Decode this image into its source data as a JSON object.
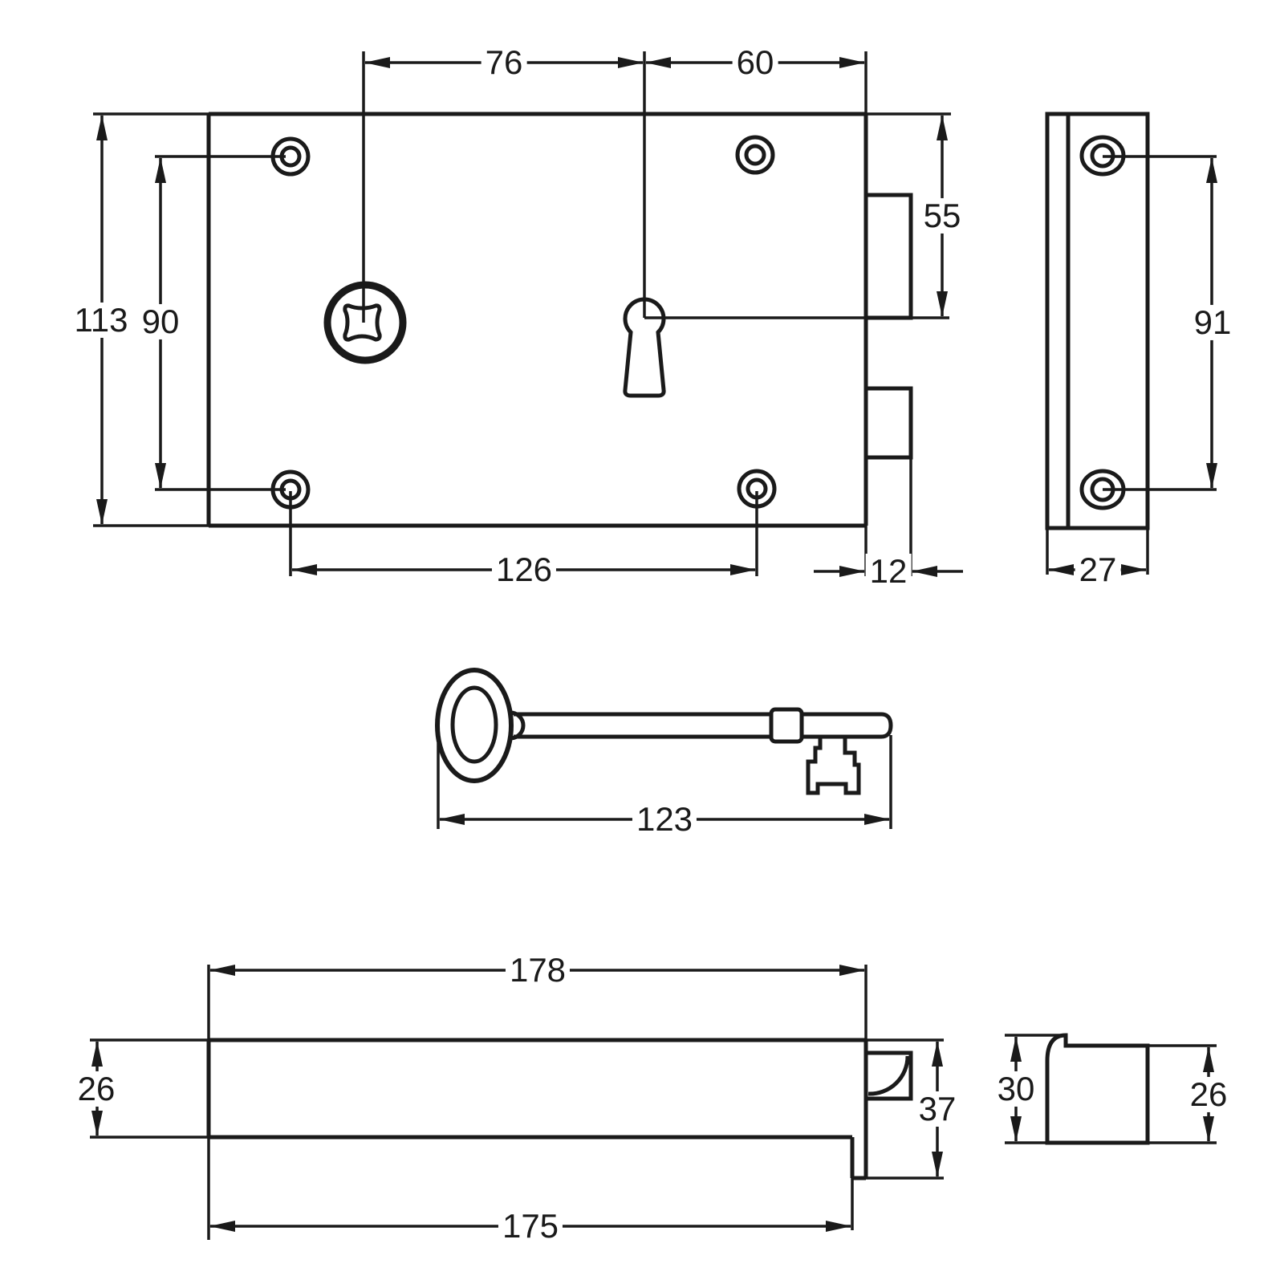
{
  "drawing": {
    "kind": "technical-dimension-drawing",
    "subject": "rim-lock-with-key-and-keeper",
    "views": {
      "front": "lock front elevation",
      "side": "keep side elevation",
      "key": "key profile",
      "bottom": "lock bottom view",
      "keeper": "keeper profile"
    }
  },
  "colors": {
    "line": "#1a1a1a",
    "background": "#ffffff"
  },
  "dims": {
    "d76": {
      "value": "76"
    },
    "d60": {
      "value": "60"
    },
    "d113": {
      "value": "113"
    },
    "d90": {
      "value": "90"
    },
    "d55": {
      "value": "55"
    },
    "d126": {
      "value": "126"
    },
    "d12": {
      "value": "12"
    },
    "d91": {
      "value": "91"
    },
    "d27": {
      "value": "27"
    },
    "d123": {
      "value": "123"
    },
    "d178": {
      "value": "178"
    },
    "d26case": {
      "value": "26"
    },
    "d37": {
      "value": "37"
    },
    "d175": {
      "value": "175"
    },
    "d30": {
      "value": "30"
    },
    "d26keeper": {
      "value": "26"
    }
  }
}
